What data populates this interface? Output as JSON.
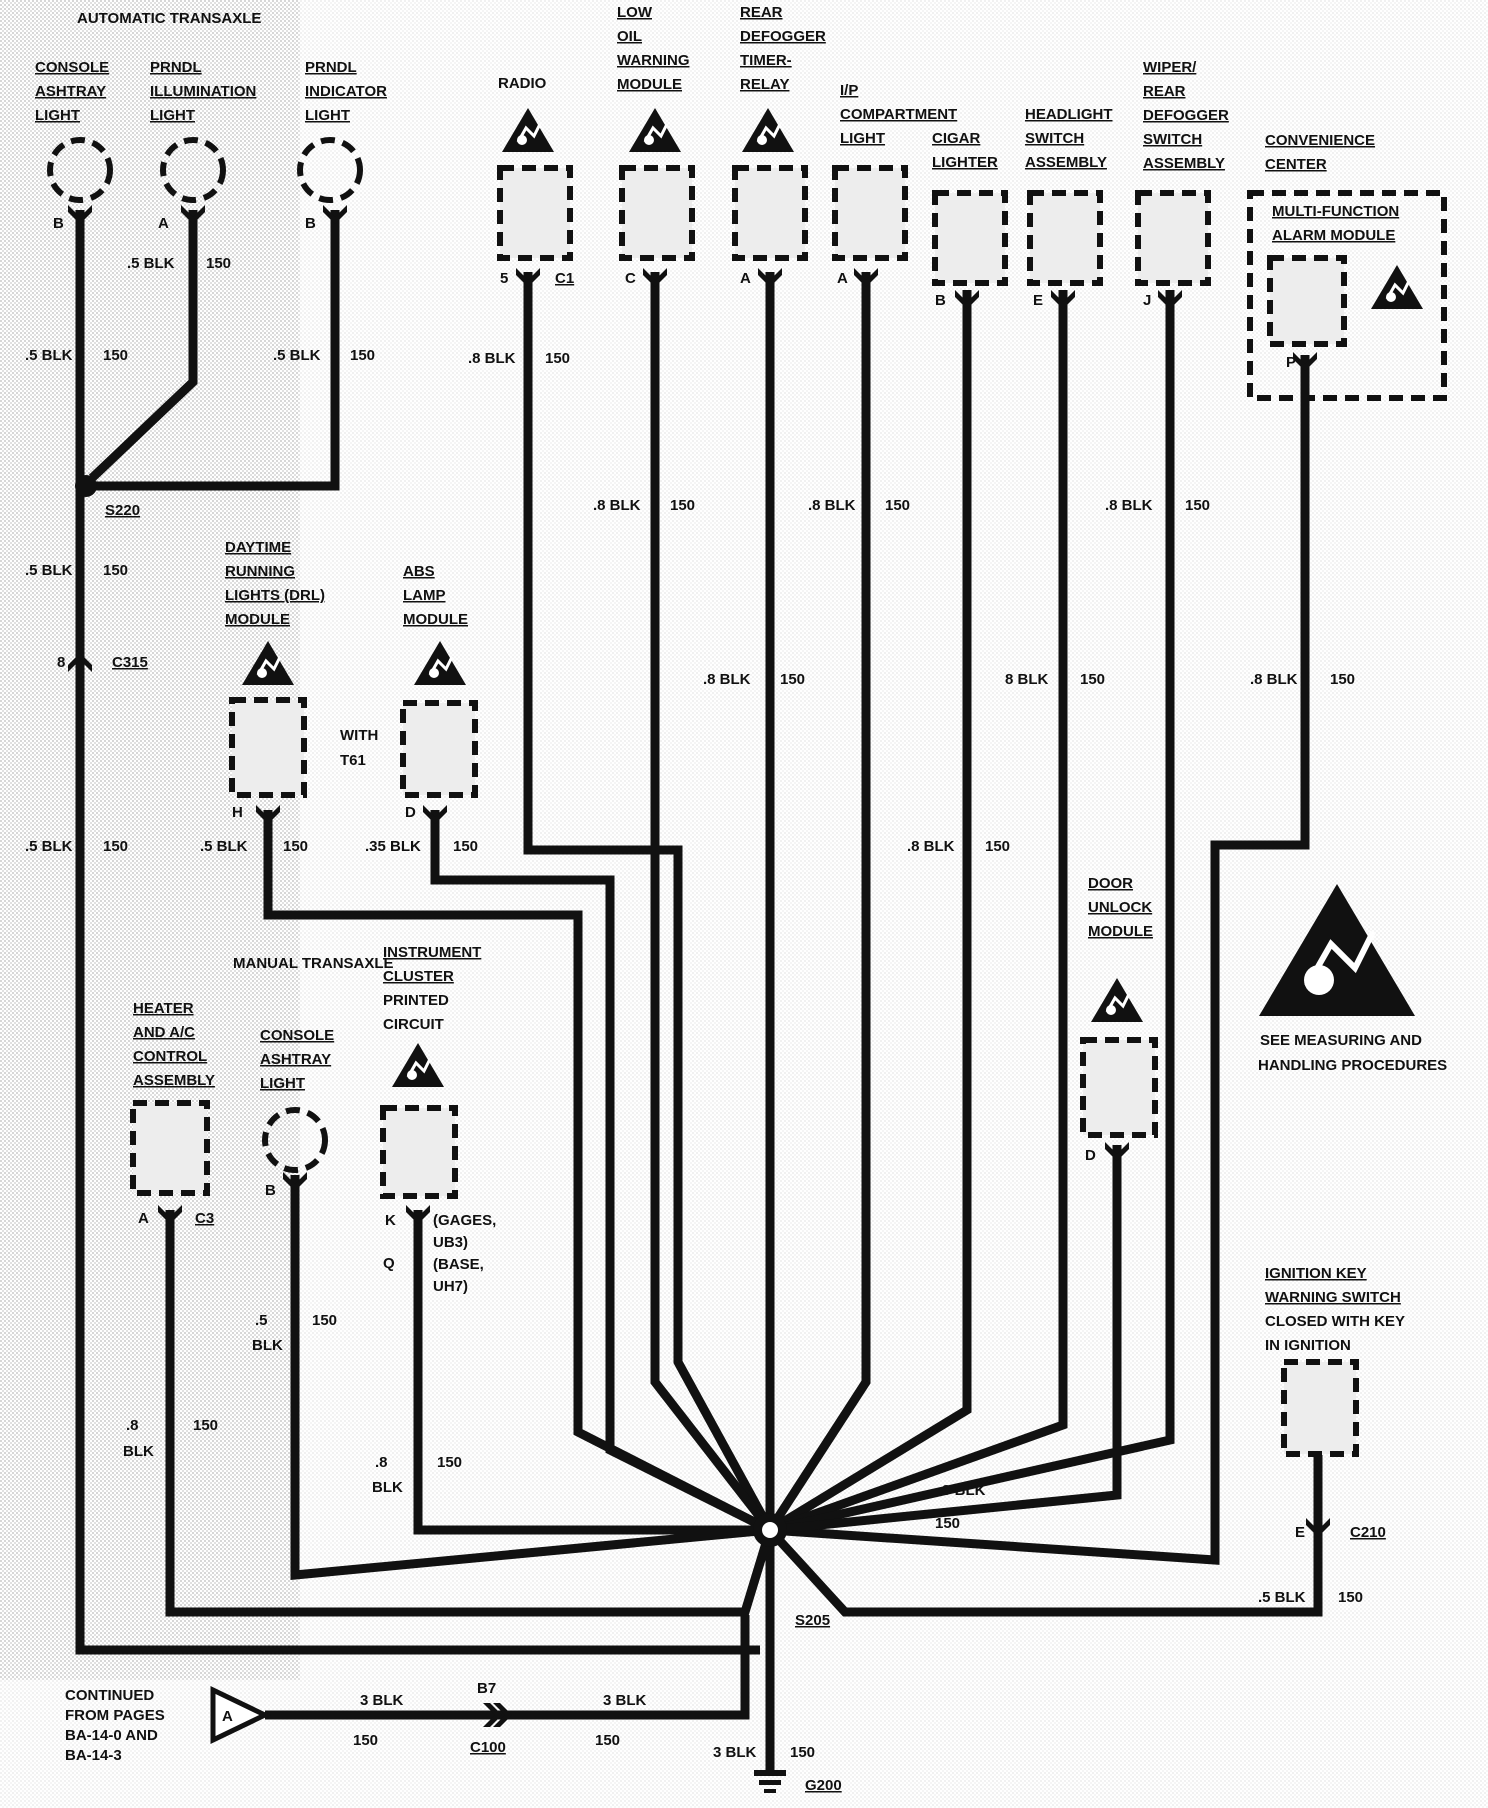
{
  "title": "AUTOMATIC TRANSAXLE",
  "section_manual": "MANUAL TRANSAXLE",
  "components": {
    "console_ashtray_at": [
      "CONSOLE",
      "ASHTRAY",
      "LIGHT"
    ],
    "prndl_illum": [
      "PRNDL",
      "ILLUMINATION",
      "LIGHT"
    ],
    "prndl_indicator": [
      "PRNDL",
      "INDICATOR",
      "LIGHT"
    ],
    "radio": [
      "RADIO"
    ],
    "low_oil": [
      "LOW",
      "OIL",
      "WARNING",
      "MODULE"
    ],
    "rear_defogger": [
      "REAR",
      "DEFOGGER",
      "TIMER-",
      "RELAY"
    ],
    "ip_compartment": [
      "I/P",
      "COMPARTMENT",
      "LIGHT"
    ],
    "cigar": [
      "CIGAR",
      "LIGHTER"
    ],
    "headlight": [
      "HEADLIGHT",
      "SWITCH",
      "ASSEMBLY"
    ],
    "wiper": [
      "WIPER/",
      "REAR",
      "DEFOGGER",
      "SWITCH",
      "ASSEMBLY"
    ],
    "convenience": [
      "CONVENIENCE",
      "CENTER"
    ],
    "multifunction": [
      "MULTI-FUNCTION",
      "ALARM MODULE"
    ],
    "drl": [
      "DAYTIME",
      "RUNNING",
      "LIGHTS (DRL)",
      "MODULE"
    ],
    "abs": [
      "ABS",
      "LAMP",
      "MODULE"
    ],
    "with_t61": [
      "WITH",
      "T61"
    ],
    "heater": [
      "HEATER",
      "AND A/C",
      "CONTROL",
      "ASSEMBLY"
    ],
    "console_ashtray_mt": [
      "CONSOLE",
      "ASHTRAY",
      "LIGHT"
    ],
    "instrument": [
      "INSTRUMENT",
      "CLUSTER",
      "PRINTED",
      "CIRCUIT"
    ],
    "door_unlock": [
      "DOOR",
      "UNLOCK",
      "MODULE"
    ],
    "ignition_key": [
      "IGNITION KEY",
      "WARNING SWITCH",
      "CLOSED WITH KEY",
      "IN  IGNITION"
    ]
  },
  "esd_note": [
    "SEE MEASURING AND",
    "HANDLING PROCEDURES"
  ],
  "continued": [
    "CONTINUED",
    "FROM PAGES",
    "BA-14-0 AND",
    "BA-14-3"
  ],
  "connector_A": "A",
  "pins": {
    "ca_at": "B",
    "pi": "A",
    "pind": "B",
    "radio_pin": "5",
    "radio_conn": "C1",
    "low_oil": "C",
    "rear_def": "A",
    "ip_comp": "A",
    "cigar": "B",
    "headlight": "E",
    "wiper": "J",
    "mfa": "P",
    "drl": "H",
    "abs": "D",
    "heater": "A",
    "heater_conn": "C3",
    "ca_mt": "B",
    "inst_k": "K",
    "inst_q": "Q",
    "inst_note1": "(GAGES,",
    "inst_note2": "UB3)",
    "inst_note3": "(BASE,",
    "inst_note4": "UH7)",
    "door": "D",
    "ign": "E",
    "c315_pin": "8",
    "b7": "B7"
  },
  "splices": {
    "s220": "S220",
    "s205": "S205",
    "c315": "C315",
    "c210": "C210",
    "c100": "C100",
    "g200": "G200"
  },
  "wire_labels": {
    "blk_05": ".5 BLK",
    "blk_08": ".8 BLK",
    "blk_8": "8 BLK",
    "blk_035": ".35 BLK",
    "blk_3": "3 BLK",
    "c150": "150",
    "n_5": ".5",
    "n_8": ".8",
    "blk": "BLK"
  }
}
